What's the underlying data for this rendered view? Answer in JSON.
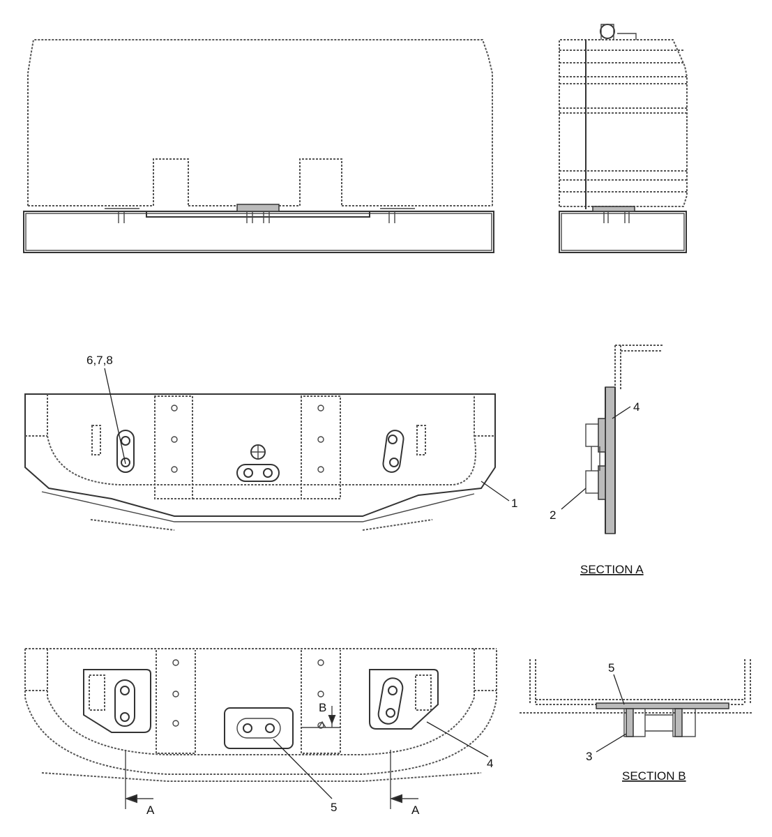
{
  "callouts": {
    "c678": "6,7,8",
    "c1": "1",
    "c2": "2",
    "c3": "3",
    "c4_section_a": "4",
    "c4_bottom": "4",
    "c5_section_b": "5",
    "c5_bottom": "5"
  },
  "section_labels": {
    "section_a": "SECTION A",
    "section_b": "SECTION B"
  },
  "cut_markers": {
    "a_left": "A",
    "a_right": "A",
    "b": "B"
  }
}
